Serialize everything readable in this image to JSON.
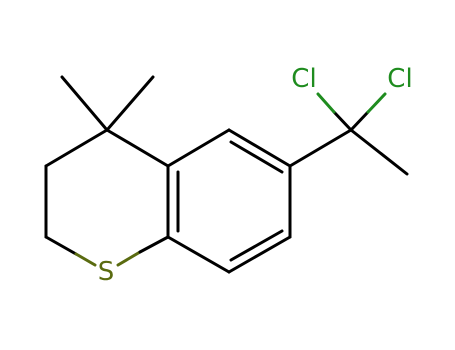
{
  "diagram": {
    "type": "chemical-structure",
    "colors": {
      "bond": "#000000",
      "sulfur": "#5a6b10",
      "chlorine": "#1f8c1f",
      "background": "#ffffff"
    },
    "atoms": {
      "sulfur": {
        "element": "S",
        "label": "S"
      },
      "chlorine_left": {
        "element": "Cl",
        "label": "Cl"
      },
      "chlorine_right": {
        "element": "Cl",
        "label": "Cl"
      }
    }
  }
}
